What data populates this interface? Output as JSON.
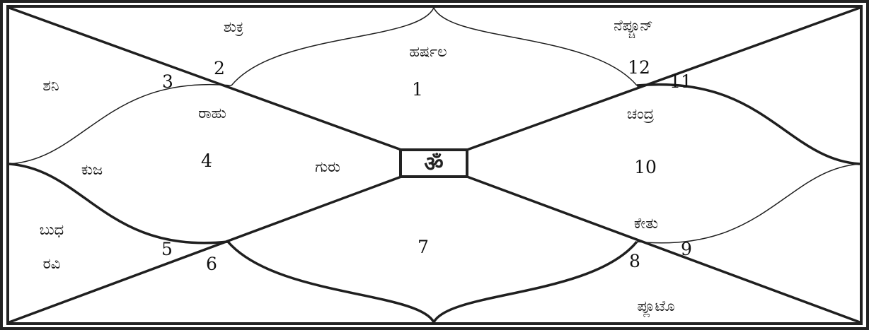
{
  "center_symbol": "ॐ",
  "houses": [
    {
      "number": "1",
      "planets": [
        "ಹರ್ಷಲ"
      ]
    },
    {
      "number": "2",
      "planets": [
        "ಶುಕ್ರ"
      ]
    },
    {
      "number": "3",
      "planets": [
        "ಶನಿ"
      ]
    },
    {
      "number": "4",
      "planets": [
        "ರಾಹು",
        "ಕುಜ",
        "ಗುರು"
      ]
    },
    {
      "number": "5",
      "planets": [
        "ಬುಧ",
        "ರವಿ"
      ]
    },
    {
      "number": "6",
      "planets": []
    },
    {
      "number": "7",
      "planets": []
    },
    {
      "number": "8",
      "planets": [
        "ಕೇತು",
        "ಪ್ಲೂಟೊ"
      ]
    },
    {
      "number": "9",
      "planets": []
    },
    {
      "number": "10",
      "planets": [
        "ಚಂದ್ರ"
      ]
    },
    {
      "number": "11",
      "planets": []
    },
    {
      "number": "12",
      "planets": [
        "ನೆಪ್ಚೂನ್"
      ]
    }
  ],
  "colors": {
    "frame": "#222222",
    "lines": "#1f1f1f",
    "background": "#ffffff"
  }
}
